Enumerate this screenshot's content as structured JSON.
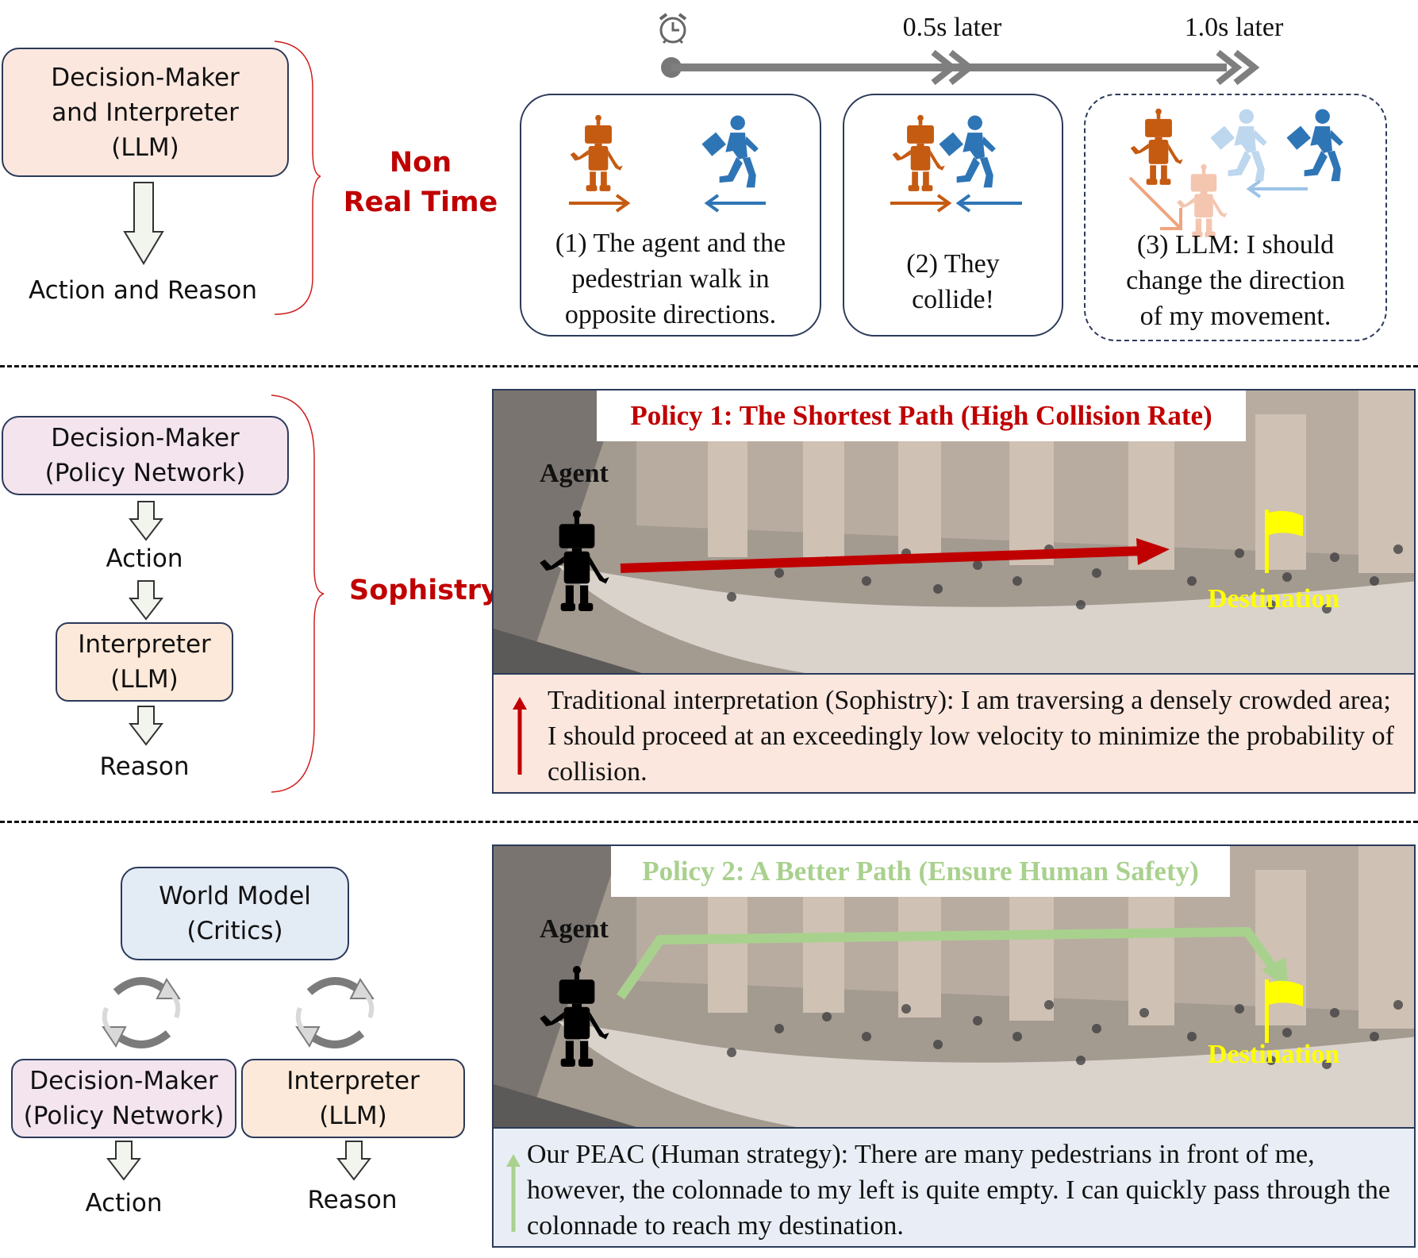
{
  "section1": {
    "box": "Decision-Maker\nand Interpreter\n(LLM)",
    "output": "Action and Reason",
    "label": "Non\nReal Time",
    "timeline": {
      "t1": "0.5s later",
      "t2": "1.0s later"
    },
    "steps": [
      {
        "text": "(1) The agent and the\npedestrian walk in\nopposite directions."
      },
      {
        "text": "(2) They\ncollide!"
      },
      {
        "text": "(3) LLM: I should\nchange the direction\nof my movement."
      }
    ]
  },
  "section2": {
    "decision_maker": "Decision-Maker\n(Policy Network)",
    "action": "Action",
    "interpreter": "Interpreter\n(LLM)",
    "reason": "Reason",
    "label": "Sophistry",
    "policy_title": "Policy 1: The Shortest Path (High Collision Rate)",
    "agent_label": "Agent",
    "destination_label": "Destination",
    "interpretation": "Traditional interpretation (Sophistry): I am traversing a densely crowded area; I should proceed at an exceedingly low velocity to minimize the probability of collision."
  },
  "section3": {
    "world_model": "World Model\n(Critics)",
    "decision_maker": "Decision-Maker\n(Policy Network)",
    "interpreter": "Interpreter\n(LLM)",
    "action": "Action",
    "reason": "Reason",
    "policy_title": "Policy 2: A Better Path (Ensure Human Safety)",
    "agent_label": "Agent",
    "destination_label": "Destination",
    "interpretation": "Our PEAC (Human strategy): There are many pedestrians in front of me, however, the colonnade to my left is quite empty. I can quickly pass through the colonnade to reach my destination."
  },
  "colors": {
    "llm_fill": "#fde9d9",
    "policy_fill": "#f3e4ee",
    "world_fill": "#e3ebf5",
    "red": "#c00000",
    "robot_orange": "#c55a11",
    "pedestrian_blue": "#2e75b6",
    "green_path": "#a9d18e",
    "yellow": "#ffff00"
  }
}
